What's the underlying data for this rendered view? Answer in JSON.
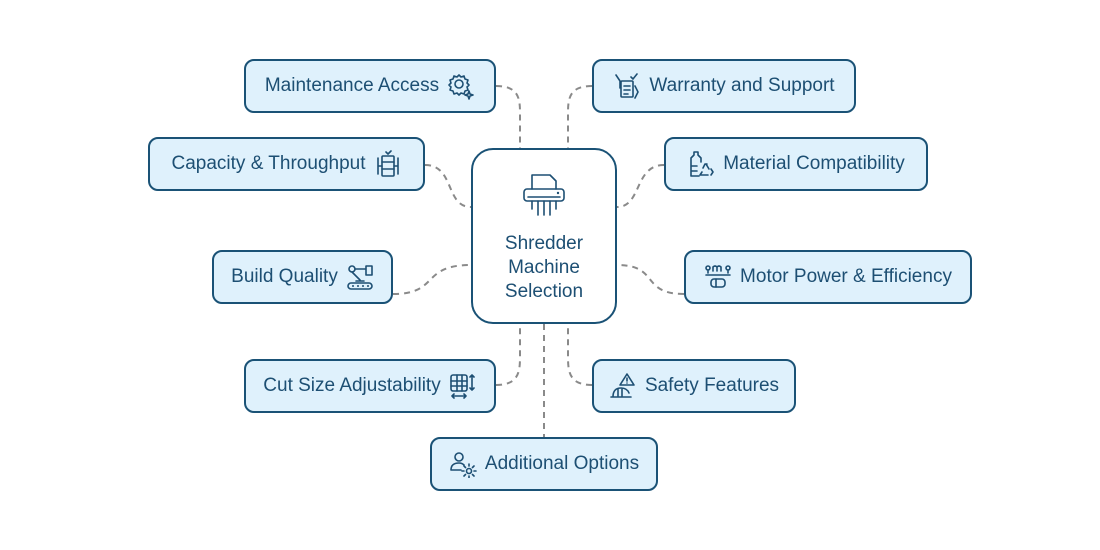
{
  "diagram": {
    "center": {
      "title": "Shredder Machine Selection",
      "icon": "shredder-icon"
    },
    "nodes": [
      {
        "id": "maintenance-access",
        "label": "Maintenance Access",
        "icon": "gear-sparkle-icon",
        "side": "left"
      },
      {
        "id": "capacity-throughput",
        "label": "Capacity & Throughput",
        "icon": "server-stack-icon",
        "side": "left"
      },
      {
        "id": "build-quality",
        "label": "Build Quality",
        "icon": "robotic-arm-conveyor-icon",
        "side": "left"
      },
      {
        "id": "cut-size-adjustability",
        "label": "Cut Size Adjustability",
        "icon": "grid-resize-icon",
        "side": "left"
      },
      {
        "id": "warranty-support",
        "label": "Warranty and Support",
        "icon": "document-handshake-icon",
        "side": "right"
      },
      {
        "id": "material-compatibility",
        "label": "Material Compatibility",
        "icon": "bottle-recycle-icon",
        "side": "right"
      },
      {
        "id": "motor-power-efficiency",
        "label": "Motor Power & Efficiency",
        "icon": "motor-icon",
        "side": "right"
      },
      {
        "id": "safety-features",
        "label": "Safety Features",
        "icon": "hardhat-warning-icon",
        "side": "right"
      },
      {
        "id": "additional-options",
        "label": "Additional Options",
        "icon": "user-gear-icon",
        "side": "bottom"
      }
    ]
  },
  "colors": {
    "node_fill": "#dff1fc",
    "node_border": "#1a5276",
    "text": "#1d4f73",
    "connector": "#8a8a8a"
  }
}
